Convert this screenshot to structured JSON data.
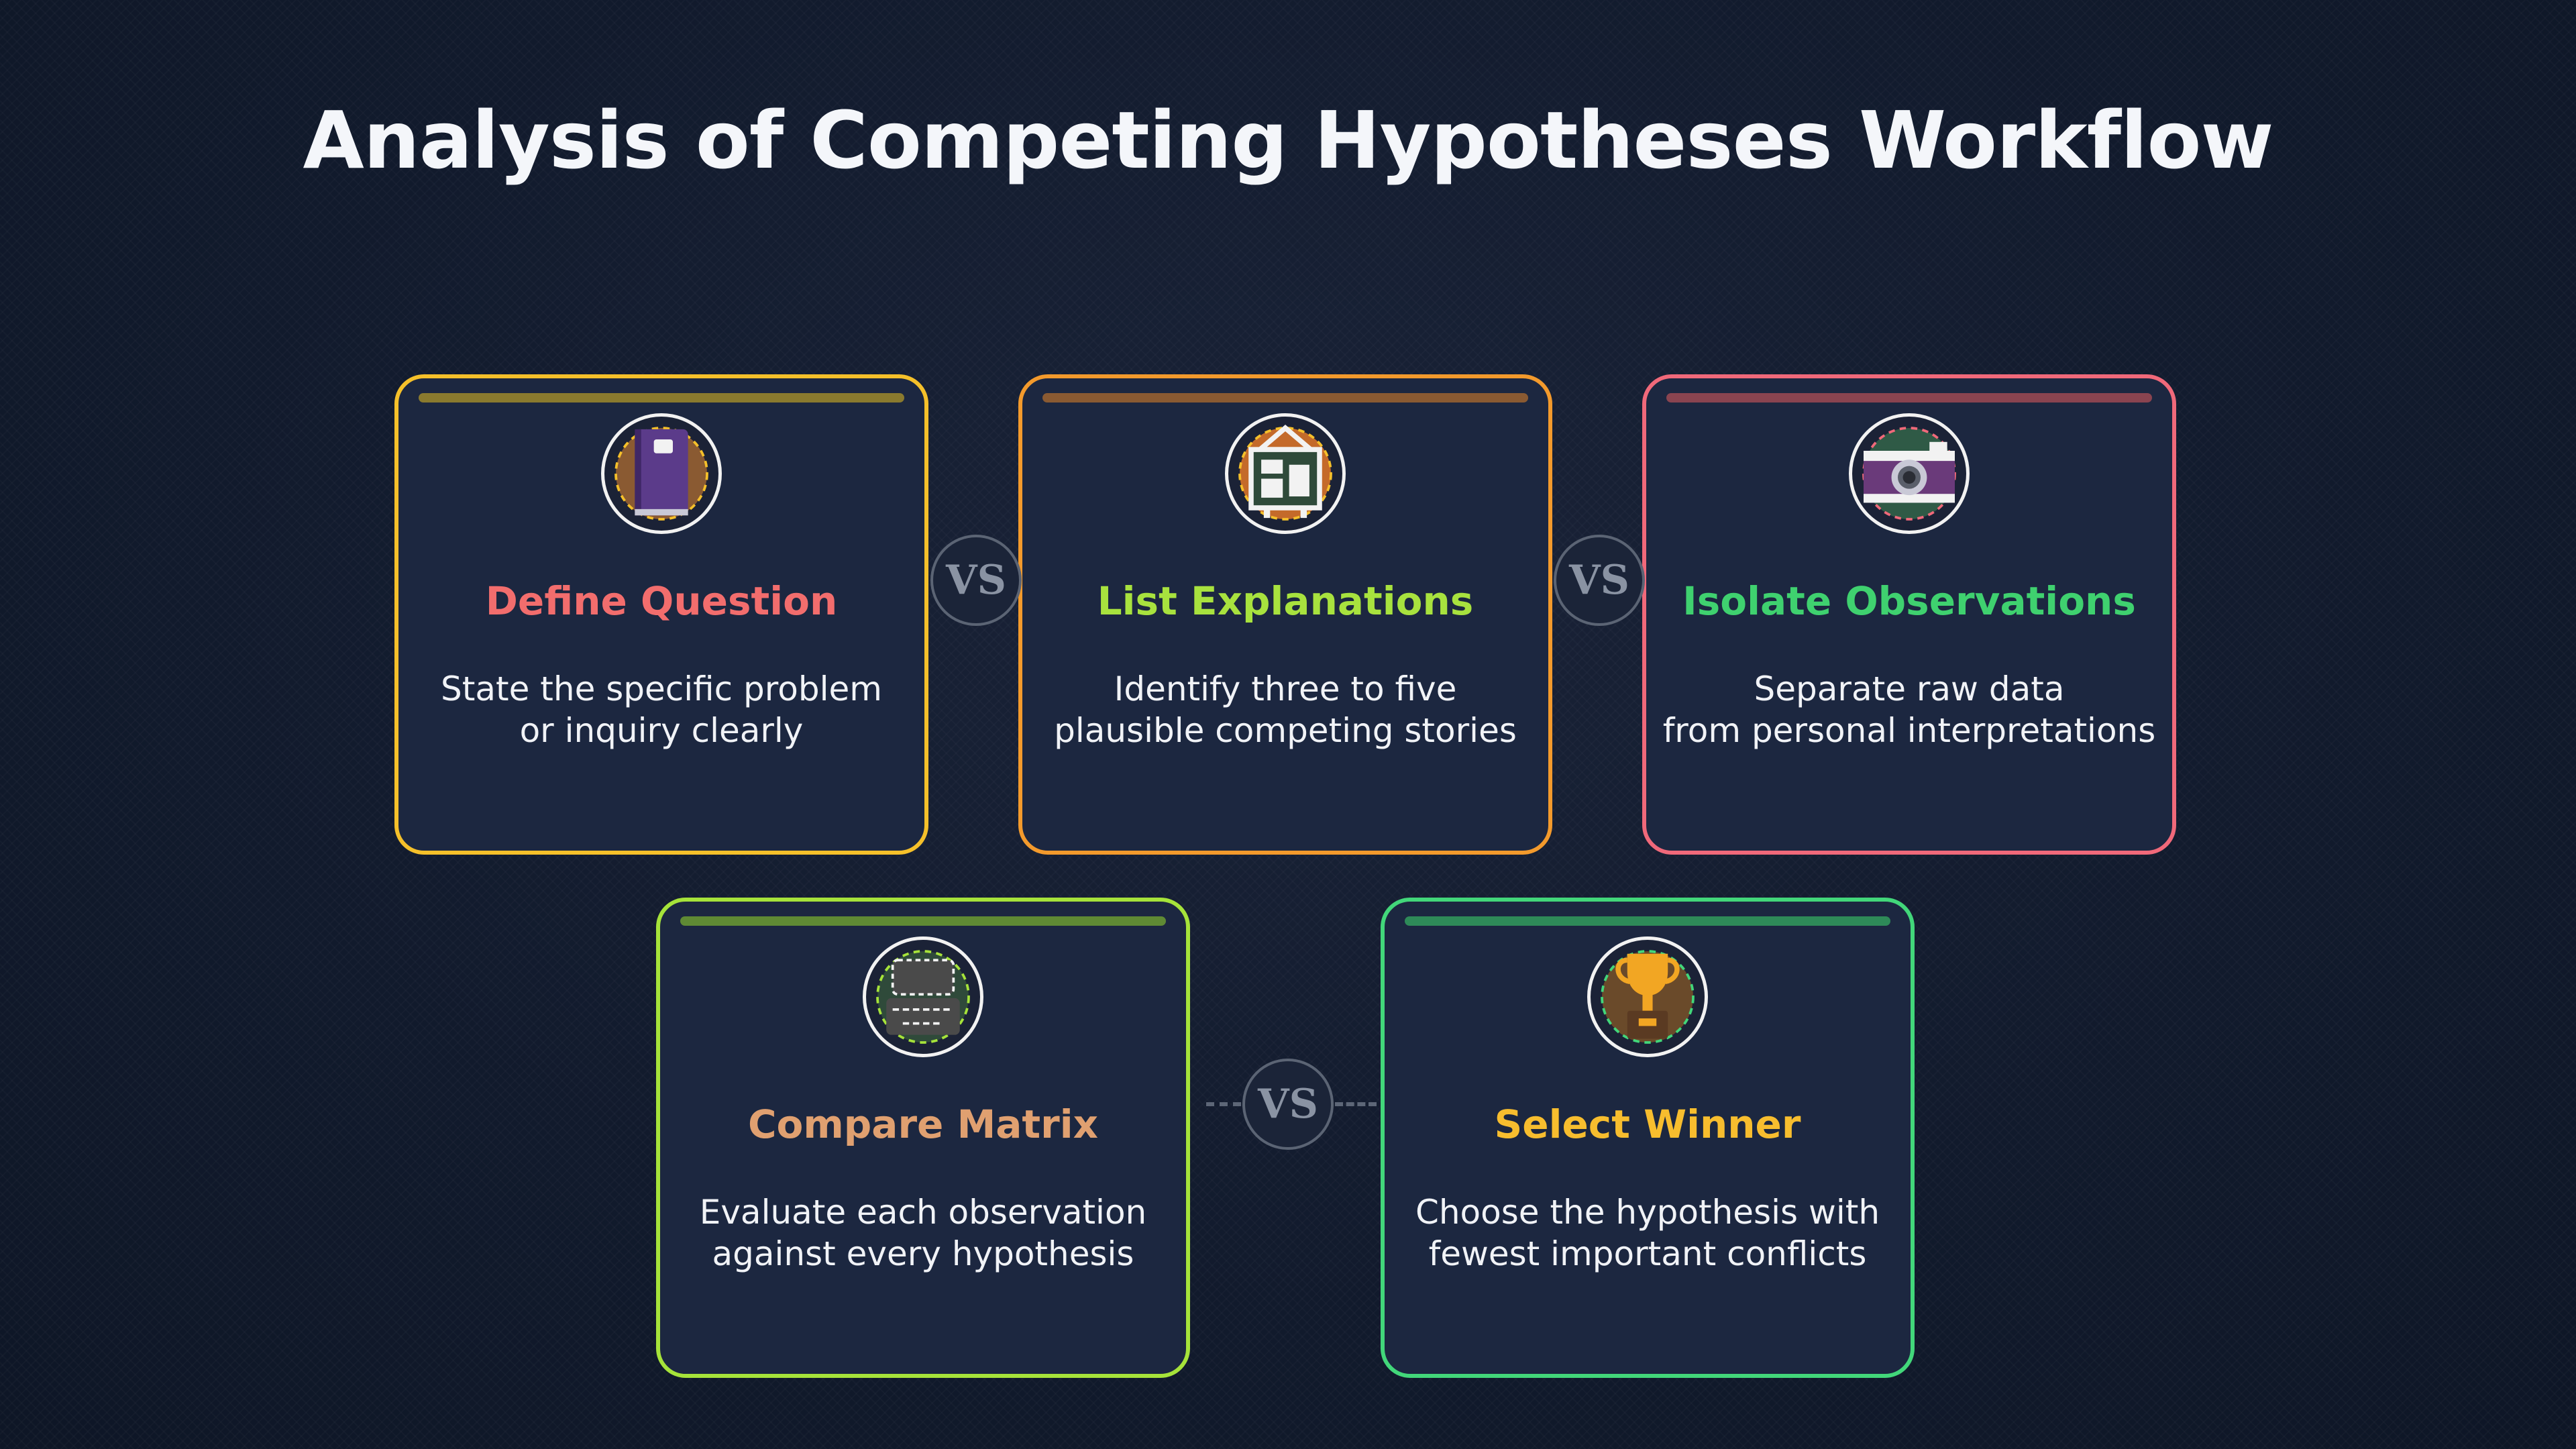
{
  "title": "Analysis of Competing Hypotheses Workflow",
  "vs_label": "VS",
  "cards": [
    {
      "label": "Define Question",
      "desc": [
        "State the specific problem",
        "or inquiry clearly"
      ],
      "icon": "notebook-icon",
      "border_color": "#f5c02a",
      "bar_color": "#8a7a2e",
      "label_color": "#f26d6d"
    },
    {
      "label": "List Explanations",
      "desc": [
        "Identify three to five",
        "plausible competing stories"
      ],
      "icon": "whiteboard-icon",
      "border_color": "#f39a2c",
      "bar_color": "#8a5a32",
      "label_color": "#a8e23e"
    },
    {
      "label": "Isolate Observations",
      "desc": [
        "Separate raw data",
        "from personal interpretations"
      ],
      "icon": "camera-icon",
      "border_color": "#f0697a",
      "bar_color": "#8a4450",
      "label_color": "#3fd16f"
    },
    {
      "label": "Compare Matrix",
      "desc": [
        "Evaluate each observation",
        "against every hypothesis"
      ],
      "icon": "matrix-icon",
      "border_color": "#a6e33a",
      "bar_color": "#5f8a34",
      "label_color": "#e0a070"
    },
    {
      "label": "Select Winner",
      "desc": [
        "Choose the hypothesis with",
        "fewest important conflicts"
      ],
      "icon": "trophy-icon",
      "border_color": "#42d77a",
      "bar_color": "#2e8a58",
      "label_color": "#f7bd2e"
    }
  ]
}
